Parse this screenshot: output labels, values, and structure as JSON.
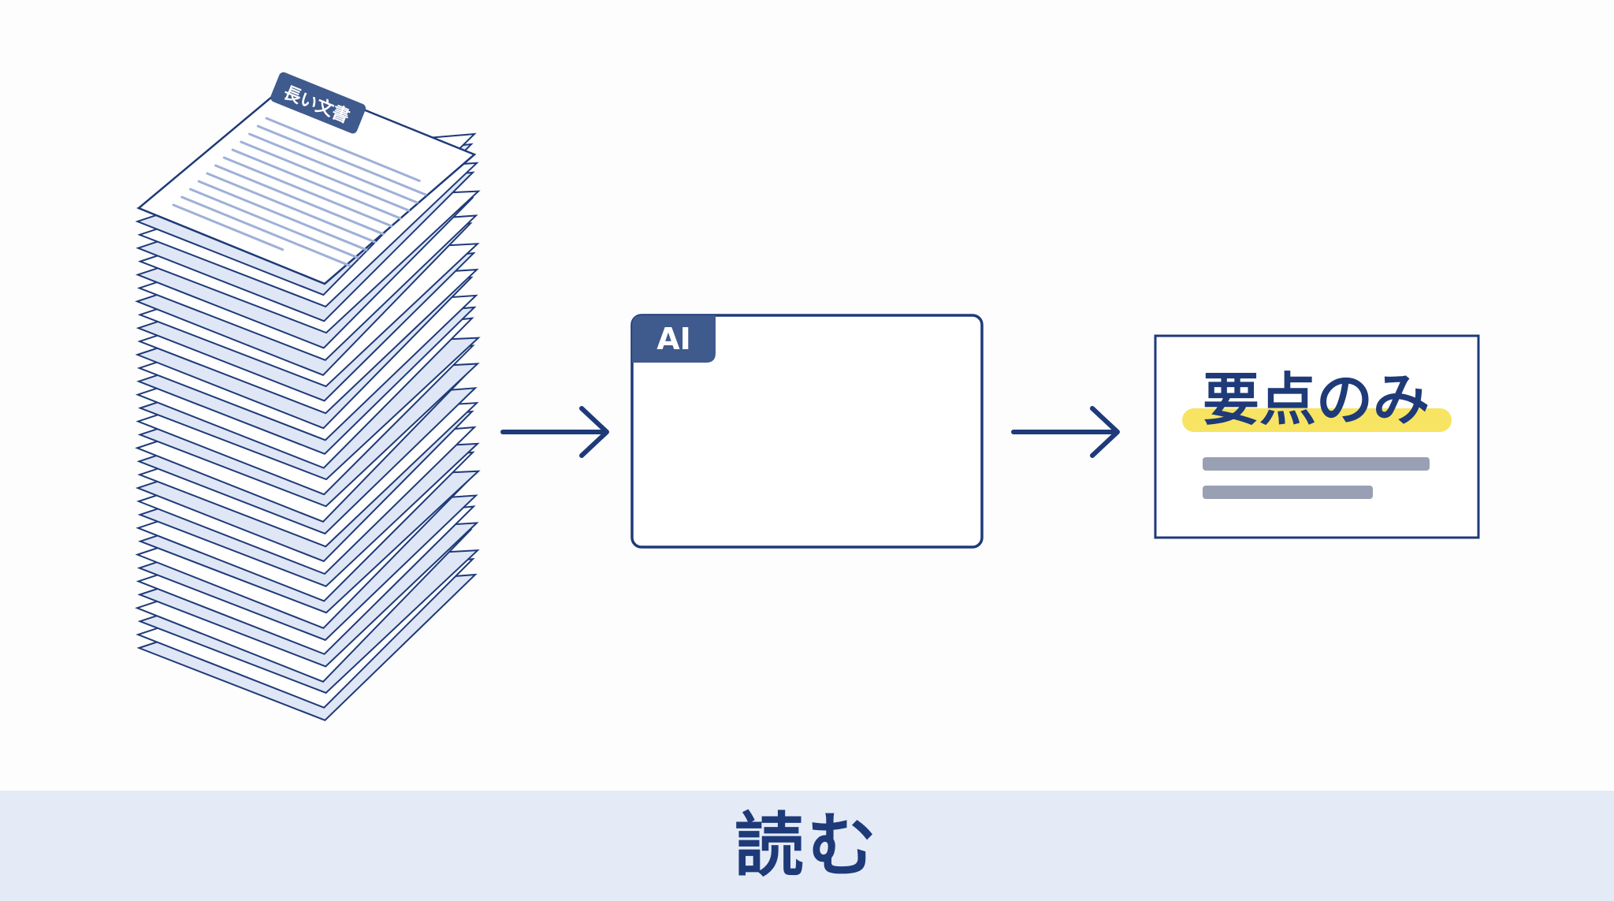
{
  "stack": {
    "tag_label": "長い文書"
  },
  "ai_window": {
    "tab_label": "AI"
  },
  "summary_card": {
    "heading": "要点のみ"
  },
  "footer": {
    "label": "読む"
  },
  "colors": {
    "navy": "#1e3a78",
    "tab_fill": "#3f5a8c",
    "paper_light": "#dfe6f6",
    "paper_line": "#9fb0d8",
    "highlight": "#f7e463",
    "summary_bar": "#9aa0b4",
    "footer_band": "#e4ebf7"
  }
}
